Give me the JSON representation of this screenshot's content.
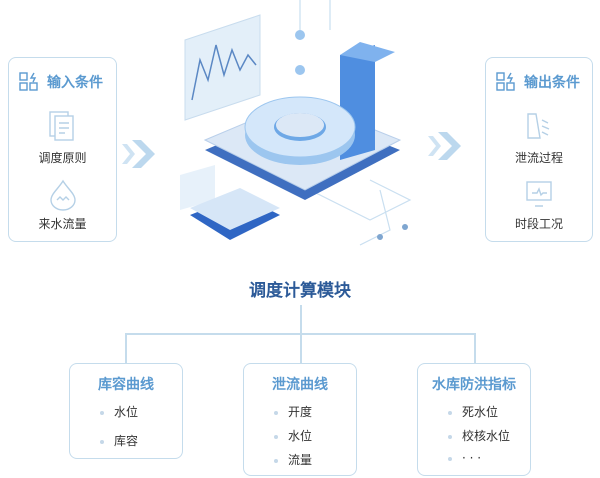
{
  "input": {
    "title": "输入条件",
    "items": [
      "调度原则",
      "来水流量"
    ]
  },
  "output": {
    "title": "输出条件",
    "items": [
      "泄流过程",
      "时段工况"
    ]
  },
  "module_title": "调度计算模块",
  "cards": [
    {
      "title": "库容曲线",
      "items": [
        "水位",
        "库容"
      ]
    },
    {
      "title": "泄流曲线",
      "items": [
        "开度",
        "水位",
        "流量"
      ]
    },
    {
      "title": "水库防洪指标",
      "items": [
        "死水位",
        "校核水位",
        "· · ·"
      ]
    }
  ],
  "colors": {
    "accent": "#5b9ad0",
    "title": "#2c5a98",
    "border": "#c5dcec"
  }
}
